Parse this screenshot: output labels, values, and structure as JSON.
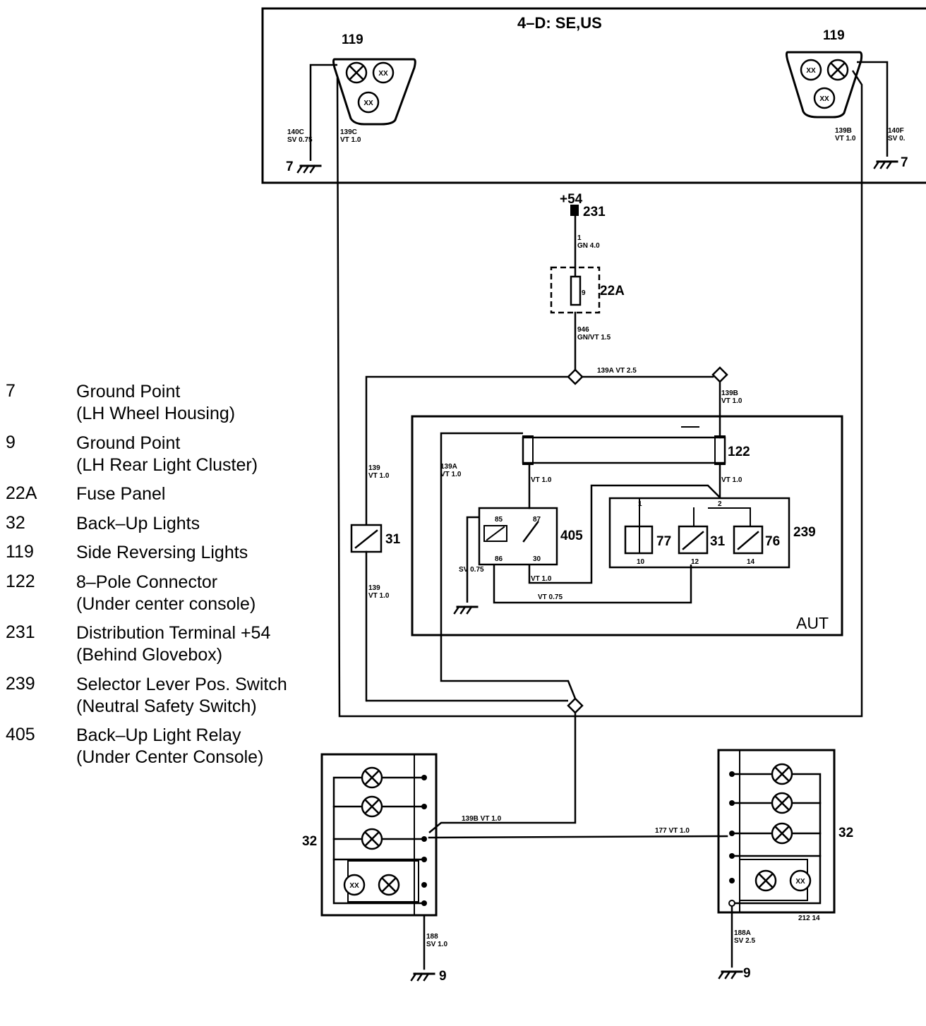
{
  "legend": [
    {
      "code": "7",
      "lines": [
        "Ground Point",
        "(LH Wheel Housing)"
      ]
    },
    {
      "code": "9",
      "lines": [
        "Ground Point",
        "(LH Rear Light Cluster)"
      ]
    },
    {
      "code": "22A",
      "lines": [
        "Fuse Panel"
      ]
    },
    {
      "code": "32",
      "lines": [
        "Back–Up Lights"
      ]
    },
    {
      "code": "119",
      "lines": [
        "Side Reversing Lights"
      ]
    },
    {
      "code": "122",
      "lines": [
        "8–Pole Connector",
        "(Under center console)"
      ]
    },
    {
      "code": "231",
      "lines": [
        "Distribution Terminal +54",
        "(Behind Glovebox)"
      ]
    },
    {
      "code": "239",
      "lines": [
        "Selector Lever Pos. Switch",
        "(Neutral Safety Switch)"
      ]
    },
    {
      "code": "405",
      "lines": [
        "Back–Up Light Relay",
        "(Under Center Console)"
      ]
    }
  ],
  "diagram": {
    "variant_box_label": "4–D: SE,US",
    "aut_box_label": "AUT",
    "terminal_label": "+54",
    "component_labels": {
      "side_light_left": "119",
      "side_light_right": "119",
      "ground_top_left": "7",
      "ground_top_right": "7",
      "terminal": "231",
      "fuse_panel": "22A",
      "fuse_number": "9",
      "switch_31_left": "31",
      "connector": "122",
      "relay": "405",
      "nss": "239",
      "nss_77": "77",
      "nss_31": "31",
      "nss_76": "76",
      "backup_left": "32",
      "backup_right": "32",
      "ground_bottom_left": "9",
      "ground_bottom_right": "9"
    },
    "wire_labels": {
      "w140c": [
        "140C",
        "SV 0.75"
      ],
      "w139c": [
        "139C",
        "VT 1.0"
      ],
      "w139b_r": [
        "139B",
        "VT 1.0"
      ],
      "w140f": [
        "140F",
        "SV 0."
      ],
      "w1": [
        "1",
        "GN 4.0"
      ],
      "w946": [
        "946",
        "GN/VT 1.5"
      ],
      "w139a_bus": "139A VT 2.5",
      "w139b_a": [
        "139B",
        "VT 1.0"
      ],
      "w139_a": [
        "139",
        "VT 1.0"
      ],
      "w139a_b": [
        "139A",
        "VT 1.0"
      ],
      "w_vt10_a": "VT 1.0",
      "w_vt10_b": "VT 1.0",
      "w_sv075": "SV 0.75",
      "w_vt10_c": "VT 1.0",
      "w_vt075": "VT 0.75",
      "w139_b": [
        "139",
        "VT 1.0"
      ],
      "w139b_c": "139B VT 1.0",
      "w177": "177 VT 1.0",
      "w188": [
        "188",
        "SV 1.0"
      ],
      "w188a": [
        "188A",
        "SV 2.5"
      ],
      "w_right_note": "212 14",
      "pin_85": "85",
      "pin_87": "87",
      "pin_86": "86",
      "pin_30": "30",
      "pin_1": "1",
      "pin_2": "2",
      "pin_10": "10",
      "pin_12": "12",
      "pin_14": "14"
    }
  }
}
